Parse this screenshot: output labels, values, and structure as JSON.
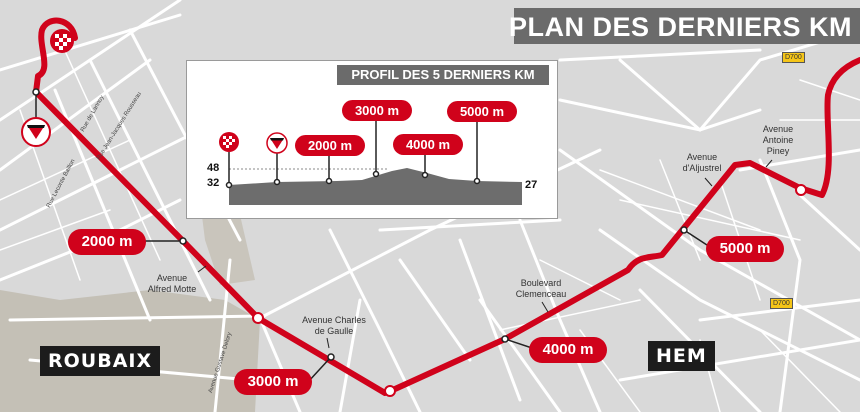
{
  "title": "PLAN DES DERNIERS KM",
  "profile": {
    "title": "PROFIL DES 5 DERNIERS KM",
    "altitude_labels": [
      "48",
      "32",
      "27"
    ],
    "markers": [
      {
        "label": "2000 m"
      },
      {
        "label": "3000 m"
      },
      {
        "label": "4000 m"
      },
      {
        "label": "5000 m"
      }
    ]
  },
  "map": {
    "cities": [
      {
        "name": "ROUBAIX"
      },
      {
        "name": "HEM"
      }
    ],
    "distance_markers": [
      {
        "label": "2000 m"
      },
      {
        "label": "3000 m"
      },
      {
        "label": "4000 m"
      },
      {
        "label": "5000 m"
      }
    ],
    "places": [
      {
        "name": "Avenue\nAntoine\nPiney"
      },
      {
        "name": "Avenue\nd'Aljustrel"
      },
      {
        "name": "Boulevard\nClemenceau"
      },
      {
        "name": "Avenue Charles\nde Gaulle"
      },
      {
        "name": "Avenue\nAlfred Motte"
      }
    ],
    "streets": [
      {
        "name": "Rue de Lannoy"
      },
      {
        "name": "Rue Jean-Jacques Rousseau"
      },
      {
        "name": "Rue Leconte Baillon"
      },
      {
        "name": "Avenue Gustave Delory"
      }
    ],
    "road_badges": [
      {
        "code": "D700"
      },
      {
        "code": "D700"
      }
    ]
  },
  "colors": {
    "route": "#d0021b",
    "map_background": "#d9d9d9",
    "roads": "#ffffff",
    "urban_area": "#c4c0b6",
    "title_background": "#6b6b6b",
    "city_label_background": "#1c1c1c",
    "profile_fill": "#6d6d6d"
  },
  "icons": {
    "finish_marker": "checkered-flag-icon",
    "flamme_rouge_marker": "red-triangle-flag-icon"
  }
}
